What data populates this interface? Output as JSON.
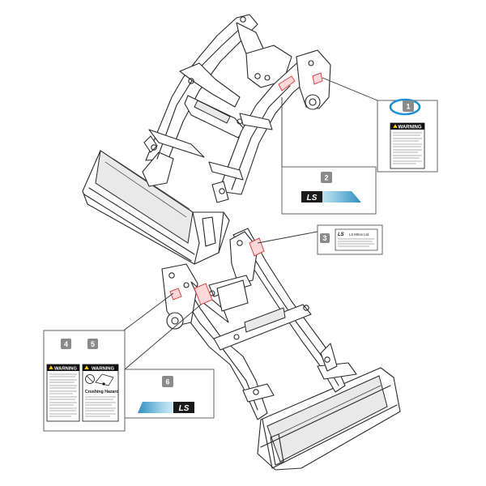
{
  "callouts": [
    {
      "number": "1"
    },
    {
      "number": "2"
    },
    {
      "number": "3"
    },
    {
      "number": "4"
    },
    {
      "number": "5"
    },
    {
      "number": "6"
    }
  ],
  "labels": {
    "warning": "WARNING",
    "crushing_hazard": "Crushing Hazard",
    "ls_logo": "LS",
    "ls_mtron": "LS Mtron Ltd."
  },
  "colors": {
    "highlight": "#1e90d6",
    "decal_red": "#e04545",
    "badge_grey": "#8a8a8a",
    "stripe_blue": "#5bb8d6"
  }
}
